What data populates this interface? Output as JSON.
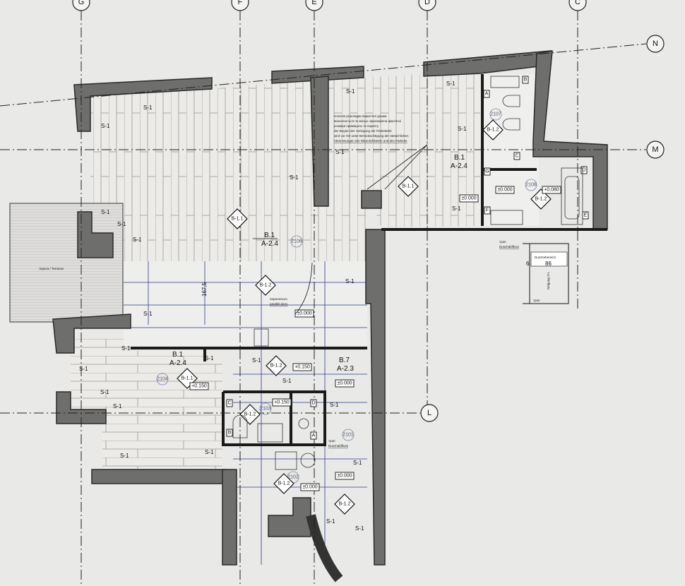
{
  "grid_axes": {
    "vertical": [
      "G",
      "F",
      "E",
      "D",
      "C"
    ],
    "horizontal": [
      "N",
      "M",
      "L"
    ]
  },
  "rooms": [
    "2106",
    "2107",
    "2108",
    "2104",
    "2103",
    "2101",
    "2102"
  ],
  "floor_types": {
    "main": "B.1",
    "main_sub": "A-2.4",
    "left": "B.1",
    "left_sub": "A-2.4",
    "right": "B.1",
    "right_sub": "A-2.4",
    "corridor": "B.7",
    "corridor_sub": "A-2.3"
  },
  "tags": {
    "b11": "B-1.1",
    "b12": "B-1.2"
  },
  "wall_tag": "S-1",
  "levels": {
    "zero": "±0.000",
    "plus150": "+0.150",
    "plus080": "+0,080"
  },
  "dimension": "167,5",
  "parallel_note": [
    "паралельно",
    "parallel dazu"
  ],
  "terrace_label": "тераса / Terrasse",
  "parquet_note": [
    "початок розкладки паркетної дошки",
    "визначається по місцю, враховуючи фактичні",
    "розміри приміщень та паркету",
    "der Beginn der Verlegung der Parkettafel",
    "wird vor Ort unter Berücksichtigung der tatsächlichen",
    "Abmessungen der Räumlichkeiten und des Parketts"
  ],
  "shower": {
    "drain_ua": "трап",
    "drain_de": "Duschablfluss",
    "area": "Duschebereich",
    "width": "86",
    "offset": "6",
    "slope": "Neigung 1%",
    "trap": "трап"
  },
  "fixture_letters": [
    "A",
    "B",
    "C",
    "D",
    "E",
    "F",
    "G"
  ],
  "colors": {
    "wall": "#6e6e6c",
    "paper": "#e9e9e7",
    "grid_line": "#2a3a8a",
    "room_circle": "#7788aa"
  }
}
